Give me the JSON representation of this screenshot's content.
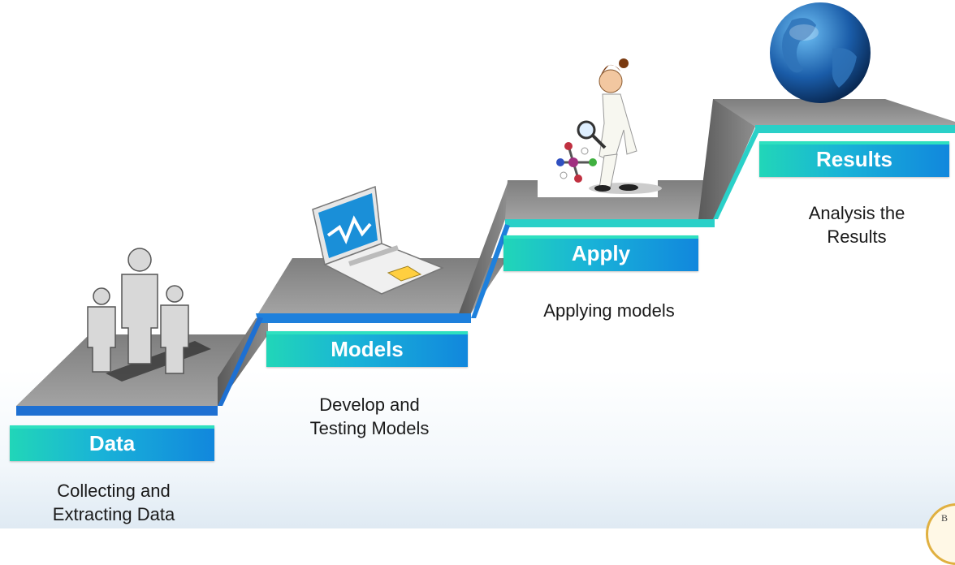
{
  "steps": [
    {
      "id": "data",
      "title": "Data",
      "caption_lines": [
        "Collecting and",
        "Extracting Data"
      ],
      "icon": "people-icon"
    },
    {
      "id": "models",
      "title": "Models",
      "caption_lines": [
        "Develop and",
        "Testing Models"
      ],
      "icon": "laptop-icon"
    },
    {
      "id": "apply",
      "title": "Apply",
      "caption_lines": [
        "Applying models"
      ],
      "icon": "scientist-icon"
    },
    {
      "id": "results",
      "title": "Results",
      "caption_lines": [
        "Analysis the",
        "Results"
      ],
      "icon": "globe-icon"
    }
  ],
  "colors": {
    "platform_top": "#8a8a8a",
    "platform_side": "#6b6b6b",
    "edge_blue": "#1e78d8",
    "edge_teal": "#2fd8c0",
    "bar_start": "#21d6b8",
    "bar_end": "#1187dd"
  },
  "stamp_letter": "B"
}
